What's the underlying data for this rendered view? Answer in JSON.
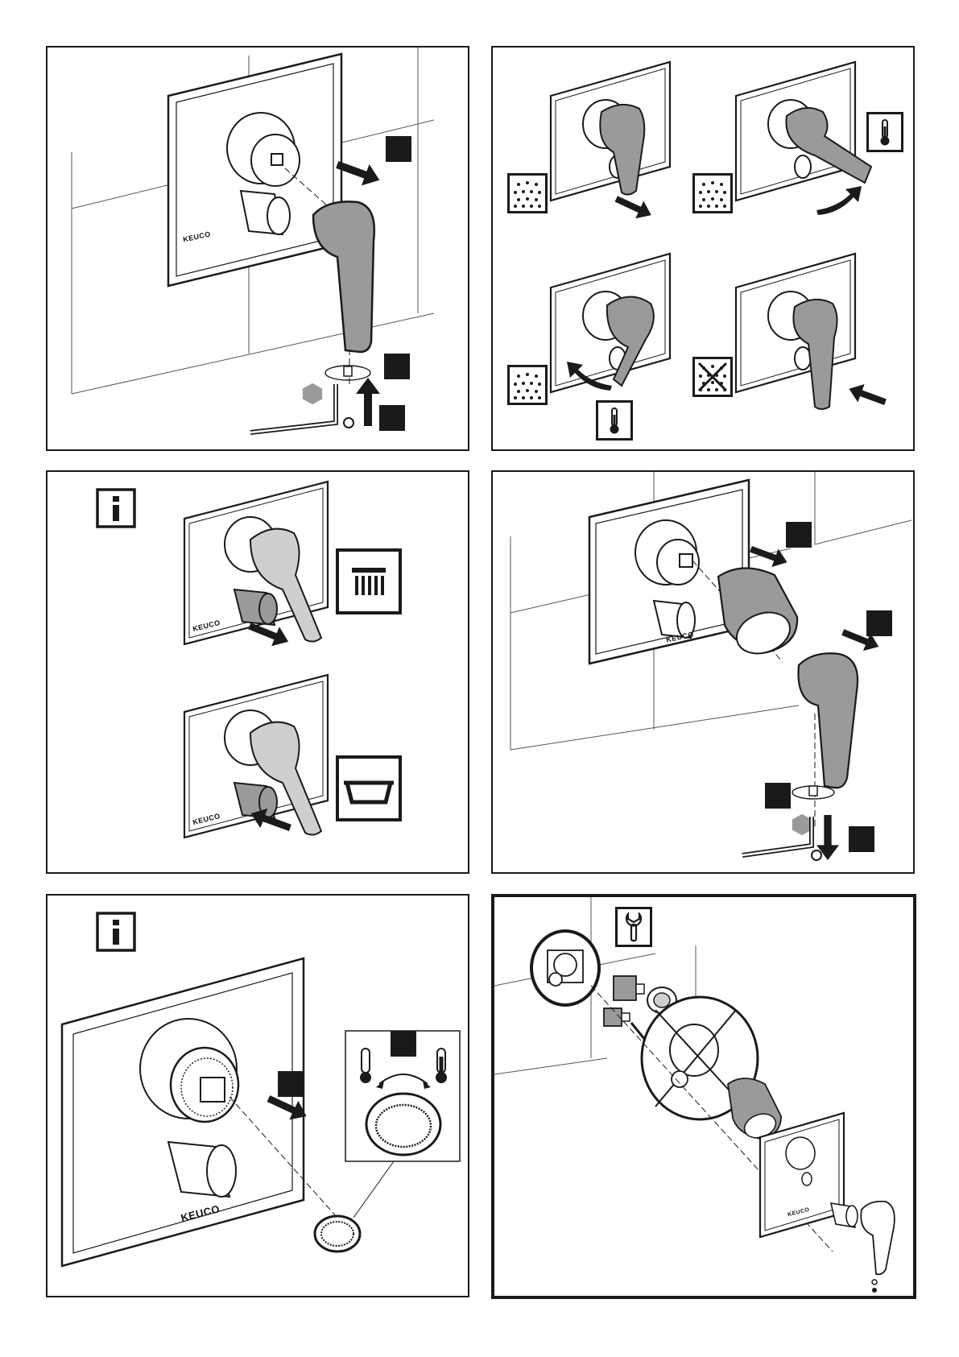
{
  "brand": "KEUCO",
  "colors": {
    "line": "#1a1a1a",
    "fill_gray": "#9a9a9a",
    "fill_light": "#cfcfcf",
    "background": "#ffffff"
  },
  "icons": {
    "info": "info-icon",
    "wrench": "wrench-icon",
    "shower": "shower-drops-icon",
    "shower_off": "shower-off-icon",
    "thermometer": "thermometer-icon",
    "overhead_shower": "overhead-shower-icon",
    "bathtub": "bathtub-icon",
    "allen_key": "allen-key-icon"
  },
  "panels": [
    {
      "id": "p1",
      "name": "lever-handle-mounting"
    },
    {
      "id": "p2",
      "name": "diverter-and-temperature-operation"
    },
    {
      "id": "p3",
      "name": "shower-bath-selection-info"
    },
    {
      "id": "p4",
      "name": "handle-and-sleeve-removal"
    },
    {
      "id": "p5",
      "name": "temperature-limit-ring-info"
    },
    {
      "id": "p6",
      "name": "exploded-service-view"
    }
  ]
}
